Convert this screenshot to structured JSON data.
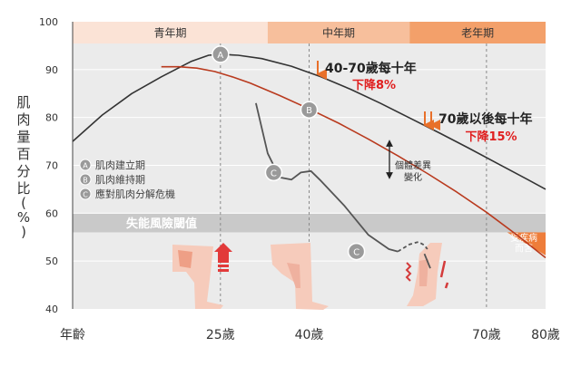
{
  "chart_data": {
    "type": "line",
    "ylabel": "肌肉量百分比(%)",
    "xlabel": "",
    "ylim": [
      40,
      100
    ],
    "yticks": [
      40,
      50,
      60,
      70,
      80,
      90,
      100
    ],
    "xlim": [
      0,
      80
    ],
    "xticks": [
      {
        "x": 0,
        "label": "年齡"
      },
      {
        "x": 25,
        "label": "25歲"
      },
      {
        "x": 40,
        "label": "40歲"
      },
      {
        "x": 70,
        "label": "70歲"
      },
      {
        "x": 80,
        "label": "80歲"
      }
    ],
    "phases": [
      {
        "label": "青年期",
        "from": 0,
        "to": 33,
        "color": "#fbe3d6"
      },
      {
        "label": "中年期",
        "from": 33,
        "to": 57,
        "color": "#f7bf9c"
      },
      {
        "label": "老年期",
        "from": 57,
        "to": 80,
        "color": "#f3a06a"
      }
    ],
    "threshold": {
      "label": "失能風險閾值",
      "y_from": 56,
      "y_to": 60,
      "color": "#c9c9c9"
    },
    "disability_zone": {
      "label": "受疾病而苦",
      "color": "#ee7d3a"
    },
    "series": [
      {
        "color": "#333333",
        "x": [
          0,
          5,
          10,
          15,
          20,
          23,
          25,
          28,
          32,
          37,
          42,
          47,
          52,
          57,
          62,
          67,
          72,
          77,
          80
        ],
        "values": [
          75,
          80.5,
          85,
          88.5,
          91.7,
          93,
          93.2,
          93,
          92.3,
          90.7,
          88.5,
          85.9,
          83,
          79.9,
          76.8,
          73.6,
          70.3,
          67,
          65
        ]
      },
      {
        "color": "#b93a1e",
        "x": [
          15,
          18,
          21,
          24,
          27,
          30,
          35,
          40,
          45,
          50,
          55,
          60,
          65,
          70,
          75,
          80
        ],
        "values": [
          90.6,
          90.6,
          90.3,
          89.6,
          88.5,
          87.2,
          84.6,
          81.8,
          78.8,
          75.5,
          72,
          68.3,
          64.4,
          60.2,
          55.6,
          50.7
        ]
      },
      {
        "color": "#555555",
        "x": [
          31,
          33,
          35,
          37,
          38.6,
          40.3,
          41.8,
          46,
          50,
          53.5,
          55
        ],
        "values": [
          83,
          72.5,
          67.5,
          67,
          68.5,
          68.8,
          67,
          61.5,
          55.5,
          52.5,
          52
        ]
      },
      {
        "color": "#555555",
        "dashed": true,
        "x": [
          55,
          57,
          58.5,
          59.5,
          60
        ],
        "values": [
          52,
          53.5,
          54,
          53.3,
          52.5
        ]
      },
      {
        "color": "#555555",
        "x": [
          59.5,
          60.5
        ],
        "values": [
          51.5,
          48.5
        ]
      }
    ],
    "vlines": [
      25,
      40,
      70
    ],
    "markers": [
      {
        "id": "A",
        "x": 25,
        "y": 93.2
      },
      {
        "id": "B",
        "x": 40,
        "y": 81.6
      },
      {
        "id": "C",
        "x": 34,
        "y": 68.5
      },
      {
        "id": "C",
        "x": 48,
        "y": 52
      }
    ],
    "legend": [
      {
        "badge": "A",
        "label": "肌肉建立期"
      },
      {
        "badge": "B",
        "label": "肌肉維持期"
      },
      {
        "badge": "C",
        "label": "應對肌肉分解危機"
      }
    ],
    "annotations": [
      {
        "line1": "40-70歲每十年",
        "line2": "下降8%"
      },
      {
        "line1": "70歲以後每十年",
        "line2": "下降15%"
      },
      {
        "line1": "個體差異",
        "line2": "變化"
      }
    ]
  }
}
